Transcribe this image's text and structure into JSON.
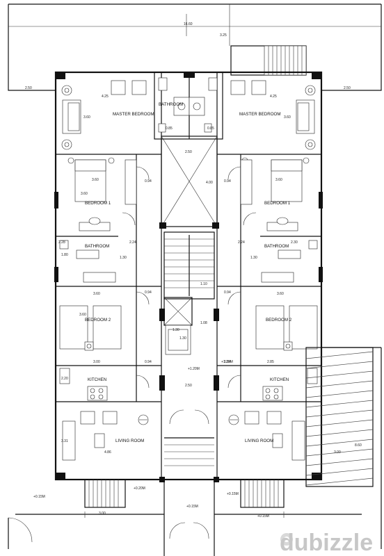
{
  "plan": {
    "rooms": {
      "master_left": "MASTER BEDROOM",
      "master_right": "MASTER BEDROOM",
      "bathroom_top": "BATHROOM",
      "bedroom1_left": "BEDROOM 1",
      "bedroom1_right": "BEDROOM 1",
      "bathroom_left": "BATHROOM",
      "bathroom_right": "BATHROOM",
      "bedroom2_left": "BEDROOM 2",
      "bedroom2_right": "BEDROOM 2",
      "kitchen_left": "KITCHEN",
      "kitchen_right": "KITCHEN",
      "living_left": "LIVING ROOM",
      "living_right": "LIVING ROOM"
    },
    "dimensions": {
      "overall_width": "16.60",
      "top_left": "2.50",
      "top_right": "2.50",
      "top_vertical": "3.25",
      "master_w_left": "4.25",
      "master_w_right": "4.25",
      "master_h_left": "3.60",
      "master_h_right": "3.60",
      "bath_top_l": "0.85",
      "bath_top_r": "0.85",
      "shaft_w": "2.50",
      "shaft_h": "4.00",
      "corr_l1": "0.94",
      "corr_r1": "0.94",
      "bed1_w_left": "3.60",
      "bed1_w_right": "3.60",
      "bed1_h_left": "3.60",
      "bath_w_left": "2.24",
      "bath_w_right": "2.24",
      "bath_l2": "2.28",
      "bath_r2": "2.30",
      "bath_h_left": "1.80",
      "bath_sub_left": "1.30",
      "bath_sub_right": "1.30",
      "stair_w": "1.10",
      "corr_l2": "0.94",
      "corr_r2": "0.94",
      "bed2_w_left": "3.60",
      "bed2_w_right": "3.60",
      "bed2_h_left": "3.60",
      "lift_w": "1.30",
      "lift_h": "1.30",
      "lobby_w": "1.08",
      "kitchen_w_left": "3.00",
      "kitchen_w_right": "2.85",
      "kitchen_h_left": "2.20",
      "corr_l3": "0.94",
      "corr_r3": "0.94",
      "entry_w": "2.50",
      "living_h_left": "3.31",
      "living_w_left": "4.86",
      "ramp_w": "3.00",
      "ramp_h": "8.60",
      "front_h": "3.00"
    },
    "levels": {
      "lvl_a": "+1.20M",
      "lvl_b": "+1.20M",
      "lvl_c": "+0.15M",
      "lvl_d": "+0.20M",
      "lvl_e": "+0.15M",
      "lvl_f": "+0.15M",
      "lvl_g": "+0.15M"
    }
  },
  "watermark": {
    "text": "dubizzle"
  }
}
